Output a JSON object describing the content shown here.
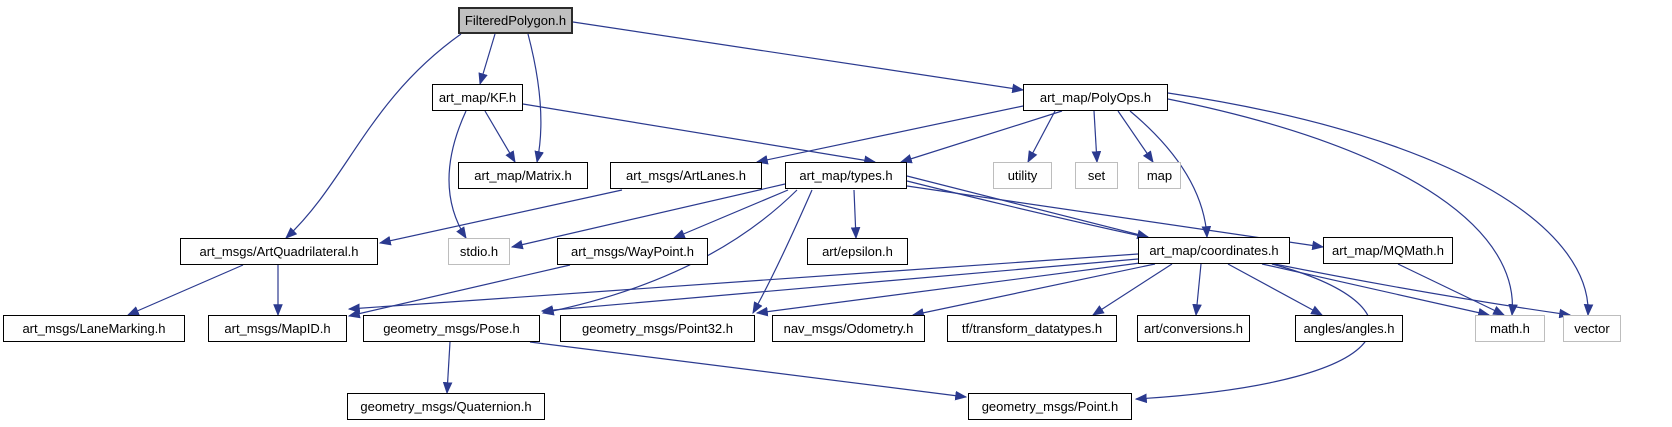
{
  "diagram": {
    "type": "include-dependency-graph",
    "root": "FilteredPolygon.h",
    "colors": {
      "edge": "#2b3a8f",
      "node_fill": "#fefefe",
      "node_border": "#000000",
      "system_node_border": "#bdbdbd",
      "highlight_fill": "#c0c0c0",
      "background": "#ffffff",
      "text": "#000000"
    },
    "nodes": [
      {
        "id": "filteredpolygon",
        "label": "FilteredPolygon.h",
        "style": "highlighted"
      },
      {
        "id": "kf",
        "label": "art_map/KF.h",
        "style": "normal"
      },
      {
        "id": "polyops",
        "label": "art_map/PolyOps.h",
        "style": "normal"
      },
      {
        "id": "matrix",
        "label": "art_map/Matrix.h",
        "style": "normal"
      },
      {
        "id": "artlanes",
        "label": "art_msgs/ArtLanes.h",
        "style": "normal"
      },
      {
        "id": "types",
        "label": "art_map/types.h",
        "style": "normal"
      },
      {
        "id": "utility",
        "label": "utility",
        "style": "system"
      },
      {
        "id": "set",
        "label": "set",
        "style": "system"
      },
      {
        "id": "map",
        "label": "map",
        "style": "system"
      },
      {
        "id": "artquad",
        "label": "art_msgs/ArtQuadrilateral.h",
        "style": "normal"
      },
      {
        "id": "stdio",
        "label": "stdio.h",
        "style": "system"
      },
      {
        "id": "waypoint",
        "label": "art_msgs/WayPoint.h",
        "style": "normal"
      },
      {
        "id": "epsilon",
        "label": "art/epsilon.h",
        "style": "normal"
      },
      {
        "id": "coordinates",
        "label": "art_map/coordinates.h",
        "style": "normal"
      },
      {
        "id": "mqmath",
        "label": "art_map/MQMath.h",
        "style": "normal"
      },
      {
        "id": "lanemarking",
        "label": "art_msgs/LaneMarking.h",
        "style": "normal"
      },
      {
        "id": "mapid",
        "label": "art_msgs/MapID.h",
        "style": "normal"
      },
      {
        "id": "pose",
        "label": "geometry_msgs/Pose.h",
        "style": "normal"
      },
      {
        "id": "point32",
        "label": "geometry_msgs/Point32.h",
        "style": "normal"
      },
      {
        "id": "odometry",
        "label": "nav_msgs/Odometry.h",
        "style": "normal"
      },
      {
        "id": "tf",
        "label": "tf/transform_datatypes.h",
        "style": "normal"
      },
      {
        "id": "conversions",
        "label": "art/conversions.h",
        "style": "normal"
      },
      {
        "id": "angles",
        "label": "angles/angles.h",
        "style": "normal"
      },
      {
        "id": "math",
        "label": "math.h",
        "style": "system"
      },
      {
        "id": "vector",
        "label": "vector",
        "style": "system"
      },
      {
        "id": "quaternion",
        "label": "geometry_msgs/Quaternion.h",
        "style": "normal"
      },
      {
        "id": "point",
        "label": "geometry_msgs/Point.h",
        "style": "normal"
      }
    ],
    "edges": [
      {
        "from": "filteredpolygon",
        "to": "kf"
      },
      {
        "from": "filteredpolygon",
        "to": "polyops"
      },
      {
        "from": "filteredpolygon",
        "to": "matrix"
      },
      {
        "from": "filteredpolygon",
        "to": "artquad"
      },
      {
        "from": "kf",
        "to": "matrix"
      },
      {
        "from": "kf",
        "to": "stdio"
      },
      {
        "from": "kf",
        "to": "types"
      },
      {
        "from": "polyops",
        "to": "artlanes"
      },
      {
        "from": "polyops",
        "to": "types"
      },
      {
        "from": "polyops",
        "to": "utility"
      },
      {
        "from": "polyops",
        "to": "set"
      },
      {
        "from": "polyops",
        "to": "map"
      },
      {
        "from": "polyops",
        "to": "coordinates"
      },
      {
        "from": "polyops",
        "to": "math"
      },
      {
        "from": "polyops",
        "to": "vector"
      },
      {
        "from": "artlanes",
        "to": "artquad"
      },
      {
        "from": "types",
        "to": "stdio"
      },
      {
        "from": "types",
        "to": "waypoint"
      },
      {
        "from": "types",
        "to": "epsilon"
      },
      {
        "from": "types",
        "to": "pose"
      },
      {
        "from": "types",
        "to": "point32"
      },
      {
        "from": "types",
        "to": "coordinates"
      },
      {
        "from": "types",
        "to": "mqmath"
      },
      {
        "from": "types",
        "to": "vector"
      },
      {
        "from": "artquad",
        "to": "lanemarking"
      },
      {
        "from": "artquad",
        "to": "mapid"
      },
      {
        "from": "waypoint",
        "to": "mapid"
      },
      {
        "from": "coordinates",
        "to": "mapid"
      },
      {
        "from": "coordinates",
        "to": "pose"
      },
      {
        "from": "coordinates",
        "to": "point32"
      },
      {
        "from": "coordinates",
        "to": "odometry"
      },
      {
        "from": "coordinates",
        "to": "tf"
      },
      {
        "from": "coordinates",
        "to": "conversions"
      },
      {
        "from": "coordinates",
        "to": "angles"
      },
      {
        "from": "coordinates",
        "to": "math"
      },
      {
        "from": "coordinates",
        "to": "point"
      },
      {
        "from": "mqmath",
        "to": "math"
      },
      {
        "from": "pose",
        "to": "quaternion"
      },
      {
        "from": "pose",
        "to": "point"
      }
    ]
  }
}
